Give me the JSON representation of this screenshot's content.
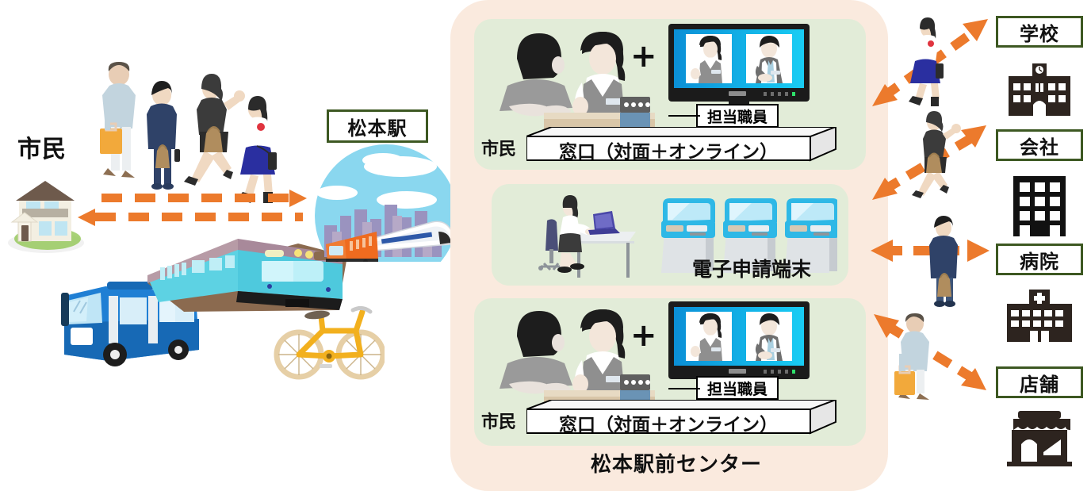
{
  "diagram": {
    "title": "松本駅前センター",
    "colors": {
      "card_bg": "#faeade",
      "panel_bg": "#e2ecd8",
      "arrow": "#ec7a2c",
      "label_border": "#3d5822",
      "ink": "#111111"
    }
  },
  "left": {
    "citizen_label": "市民",
    "home_icon": "house-icon",
    "people": [
      {
        "name": "man-with-orange-bag",
        "shirt": "#c2d4de",
        "pants": "#eceff1",
        "bag": "#f2a93b"
      },
      {
        "name": "woman-navy-suit",
        "suit": "#2f4268",
        "bag": "#b08d5e"
      },
      {
        "name": "running-woman-black",
        "suit": "#3b3b3b",
        "bag": "#b08d5e"
      },
      {
        "name": "schoolgirl-navy-skirt",
        "skirt": "#2a2fa0",
        "bag": "#2c2c2c"
      }
    ],
    "transport": [
      {
        "name": "bus-icon",
        "color": "#1f7fd4"
      },
      {
        "name": "train-icon",
        "color": "#45c3dd"
      },
      {
        "name": "bicycle-icon",
        "color": "#f2b01e"
      }
    ],
    "arrows": [
      {
        "name": "arrow-home-to-station",
        "direction": "right",
        "style": "dashed"
      },
      {
        "name": "arrow-station-to-home",
        "direction": "left",
        "style": "dashed"
      }
    ]
  },
  "station": {
    "label": "松本駅",
    "scene_icon": "station-scene-icon",
    "sky_color": "#8ad7ef",
    "local_train_color": "#ef6b1f",
    "express_train_color": "#ffffff"
  },
  "center": {
    "title": "松本駅前センター",
    "panels": [
      {
        "name": "counter-panel-top",
        "citizen_label": "市民",
        "plus_sign": "+",
        "staff_label": "担当職員",
        "counter_label": "窓口（対面＋オンライン）",
        "monitor_icon": "video-monitor-icon",
        "participants": [
          "staff-woman-video",
          "staff-man-video"
        ]
      },
      {
        "name": "terminal-panel-middle",
        "terminal_label": "電子申請端末",
        "desk_icon": "woman-at-desk-icon",
        "kiosk_icon": "kiosk-terminal-icon",
        "kiosk_count": 3
      },
      {
        "name": "counter-panel-bottom",
        "citizen_label": "市民",
        "plus_sign": "+",
        "staff_label": "担当職員",
        "counter_label": "窓口（対面＋オンライン）",
        "monitor_icon": "video-monitor-icon",
        "participants": [
          "staff-woman-video",
          "staff-man-video"
        ]
      }
    ]
  },
  "right": {
    "destinations": [
      {
        "label": "学校",
        "icon": "school-building-icon",
        "person": "schoolgirl-navy-skirt",
        "arrow": "double-diagonal-up"
      },
      {
        "label": "会社",
        "icon": "office-building-icon",
        "person": "running-woman-black",
        "arrow": "double-diagonal-up"
      },
      {
        "label": "病院",
        "icon": "hospital-building-icon",
        "person": "woman-navy-suit",
        "arrow": "double-horizontal"
      },
      {
        "label": "店舗",
        "icon": "shop-building-icon",
        "person": "man-with-orange-bag",
        "arrow": "double-diagonal-down"
      }
    ]
  }
}
